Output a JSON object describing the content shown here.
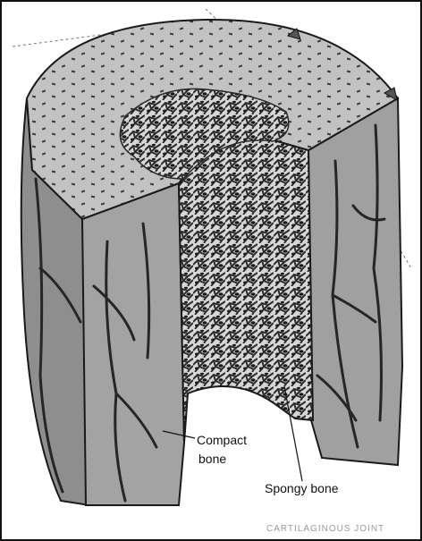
{
  "labels": {
    "compact_line1": "Compact",
    "compact_line2": "bone",
    "spongy": "Spongy bone",
    "bottom_text": "CARTILAGINOUS JOINT"
  },
  "colors": {
    "border": "#111111",
    "surface": "#b9b9b9",
    "cortex": "#8c8c8c",
    "vessel": "#2a2a2a"
  }
}
